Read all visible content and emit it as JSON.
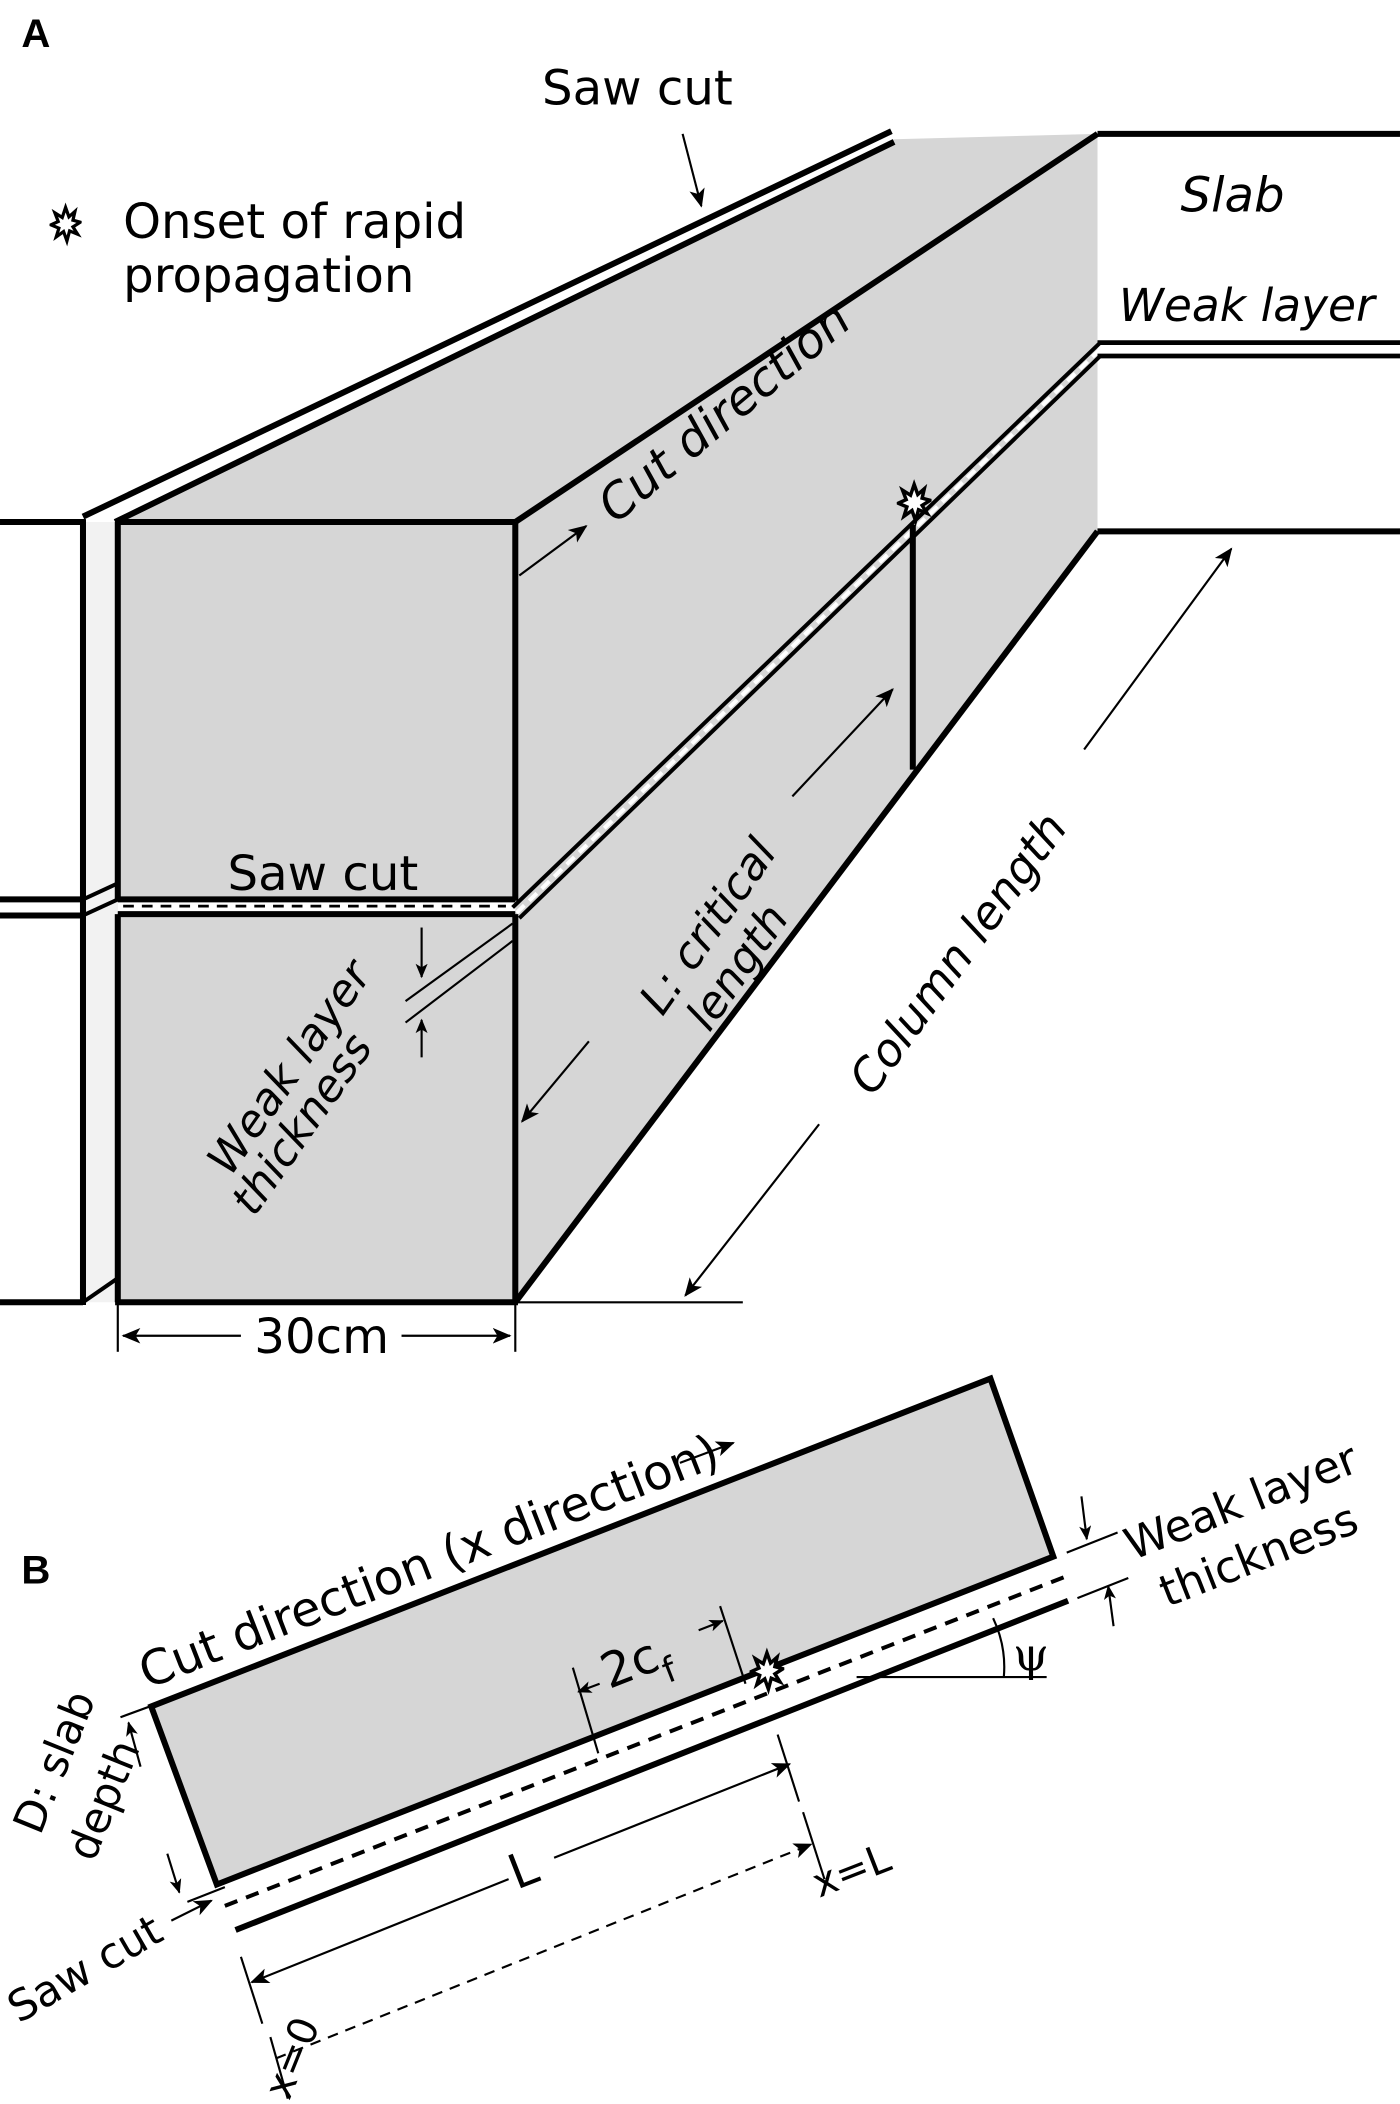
{
  "figure": {
    "panel_a": {
      "letter": "A",
      "legend": {
        "icon": "burst-star-icon",
        "line1": "Onset of rapid",
        "line2": "propagation"
      },
      "labels": {
        "saw_cut_top": "Saw cut",
        "slab": "Slab",
        "weak_layer": "Weak layer",
        "cut_direction": "Cut direction",
        "saw_cut_front": "Saw cut",
        "weak_layer_thickness_1": "Weak layer",
        "weak_layer_thickness_2": "thickness",
        "critical_length_1": "L: critical",
        "critical_length_2": "length",
        "column_length": "Column length",
        "width": "30cm"
      },
      "colors": {
        "slab_fill": "#d6d6d6",
        "edge_fill": "#f2f2f2",
        "line": "#000000"
      }
    },
    "panel_b": {
      "letter": "B",
      "labels": {
        "cut_direction": "Cut direction (x direction)",
        "weak_layer_thickness_1": "Weak layer",
        "weak_layer_thickness_2": "thickness",
        "crack_length": "2c",
        "crack_length_sub": "f",
        "slope_angle": "ψ",
        "slab_depth_1": "D: slab",
        "slab_depth_2": "depth",
        "saw_cut": "Saw cut",
        "length": "L",
        "x0": "x=0",
        "xL": "x=L"
      }
    }
  }
}
